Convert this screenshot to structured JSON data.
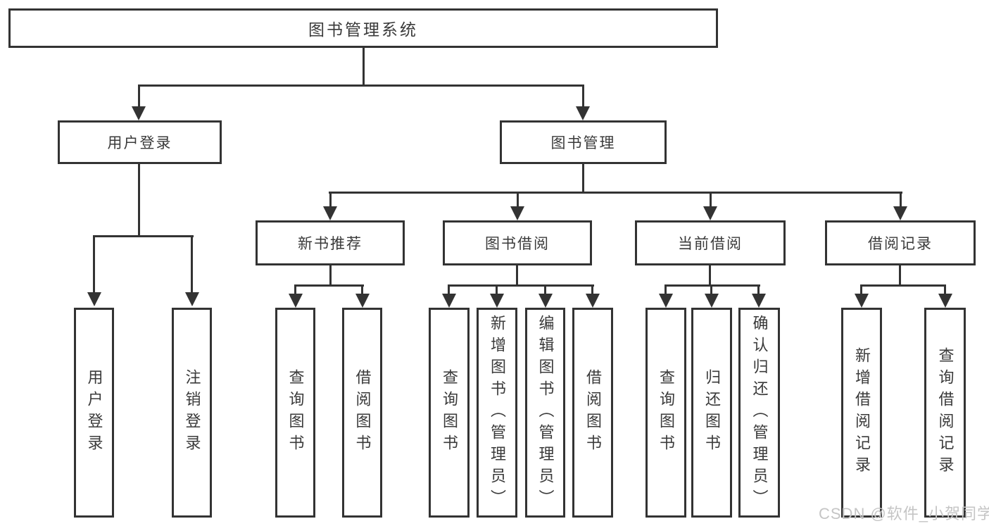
{
  "diagram": {
    "root": {
      "label": "图书管理系统"
    },
    "branches": [
      {
        "label": "用户登录",
        "children": [
          {
            "label": "用户登录"
          },
          {
            "label": "注销登录"
          }
        ]
      },
      {
        "label": "图书管理",
        "children": [
          {
            "label": "新书推荐",
            "children": [
              {
                "label": "查询图书"
              },
              {
                "label": "借阅图书"
              }
            ]
          },
          {
            "label": "图书借阅",
            "children": [
              {
                "label": "查询图书"
              },
              {
                "label": "新增图书（管理员）"
              },
              {
                "label": "编辑图书（管理员）"
              },
              {
                "label": "借阅图书"
              }
            ]
          },
          {
            "label": "当前借阅",
            "children": [
              {
                "label": "查询图书"
              },
              {
                "label": "归还图书"
              },
              {
                "label": "确认归还（管理员）"
              }
            ]
          },
          {
            "label": "借阅记录",
            "children": [
              {
                "label": "新增借阅记录"
              },
              {
                "label": "查询借阅记录"
              }
            ]
          }
        ]
      }
    ]
  },
  "watermark": {
    "text": "CSDN @软件_小贺同学"
  },
  "colors": {
    "line": "#333333",
    "text": "#3a3a3a",
    "background": "#ffffff",
    "watermark": "#c5c5c5"
  }
}
